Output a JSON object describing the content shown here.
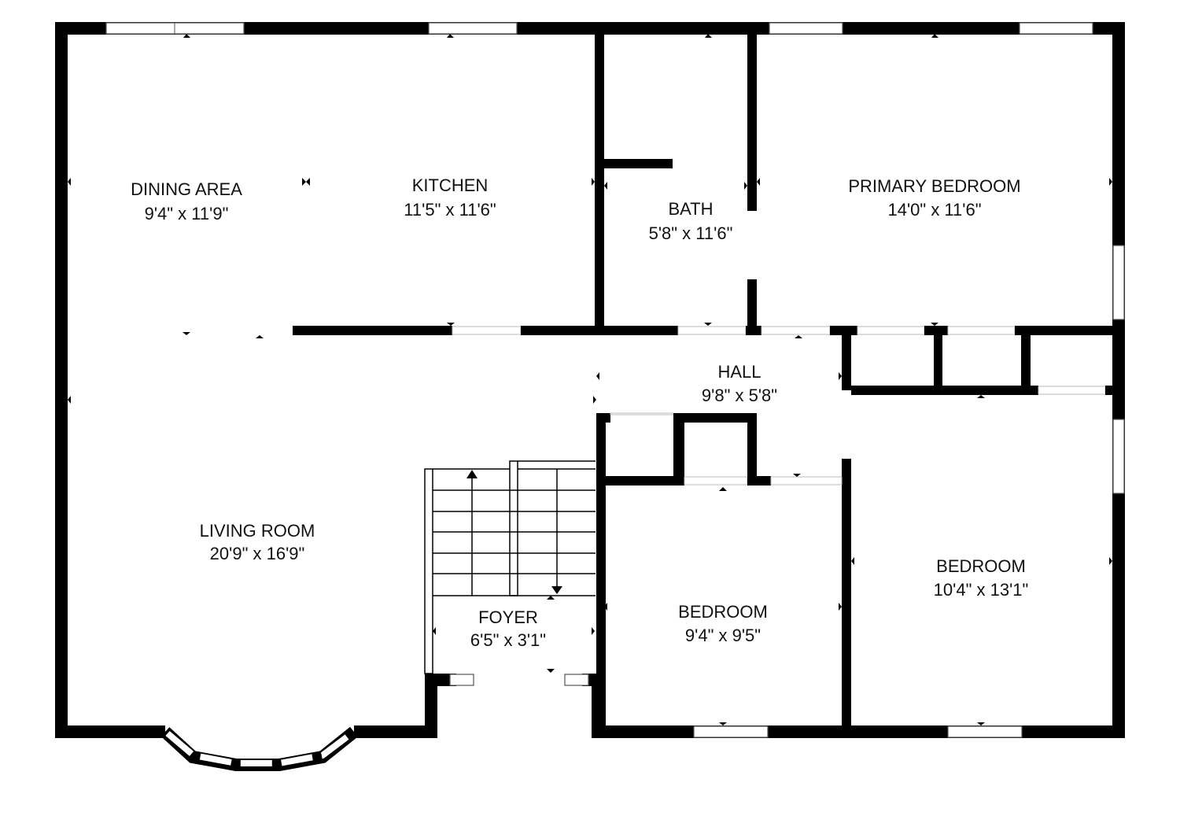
{
  "floor_plan": {
    "rooms": [
      {
        "id": "dining",
        "name": "DINING AREA",
        "size": "9'4\" x 11'9\""
      },
      {
        "id": "kitchen",
        "name": "KITCHEN",
        "size": "11'5\" x 11'6\""
      },
      {
        "id": "bath",
        "name": "BATH",
        "size": "5'8\" x 11'6\""
      },
      {
        "id": "primary",
        "name": "PRIMARY BEDROOM",
        "size": "14'0\" x 11'6\""
      },
      {
        "id": "hall",
        "name": "HALL",
        "size": "9'8\" x 5'8\""
      },
      {
        "id": "living",
        "name": "LIVING ROOM",
        "size": "20'9\" x 16'9\""
      },
      {
        "id": "foyer",
        "name": "FOYER",
        "size": "6'5\" x 3'1\""
      },
      {
        "id": "bedroom1",
        "name": "BEDROOM",
        "size": "9'4\" x 9'5\""
      },
      {
        "id": "bedroom2",
        "name": "BEDROOM",
        "size": "10'4\" x 13'1\""
      }
    ]
  }
}
